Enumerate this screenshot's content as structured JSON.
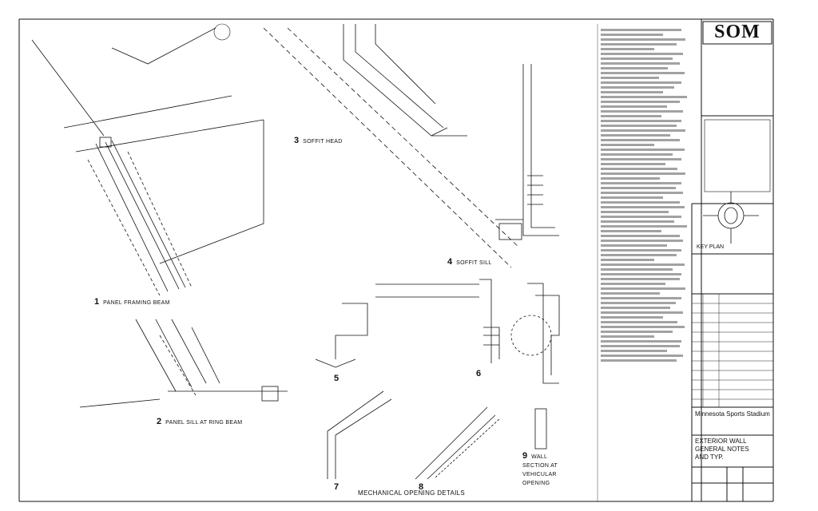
{
  "firm": {
    "logo": "SOM"
  },
  "project": {
    "name": "Minnesota Sports Stadium"
  },
  "sheet": {
    "title_line1": "EXTERIOR WALL",
    "title_line2": "GENERAL NOTES",
    "title_line3": "AND TYP."
  },
  "details": [
    {
      "num": "1",
      "title": "PANEL FRAMING BEAM"
    },
    {
      "num": "2",
      "title": "PANEL SILL AT RING BEAM"
    },
    {
      "num": "3",
      "title": "SOFFIT HEAD"
    },
    {
      "num": "4",
      "title": "SOFFIT SILL"
    },
    {
      "num": "5",
      "title": ""
    },
    {
      "num": "6",
      "title": ""
    },
    {
      "num": "7",
      "title": ""
    },
    {
      "num": "8",
      "title": ""
    },
    {
      "num": "9",
      "title": "WALL SECTION AT VEHICULAR OPENING"
    }
  ],
  "group_title": "MECHANICAL OPENING DETAILS",
  "key_plan": {
    "label": "KEY PLAN"
  }
}
